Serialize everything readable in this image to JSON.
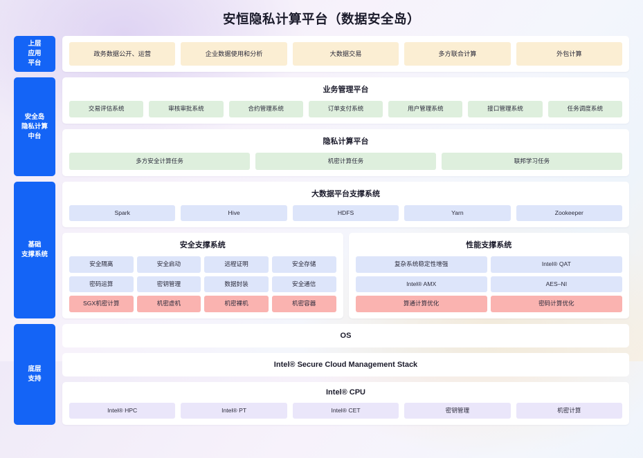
{
  "title": "安恒隐私计算平台（数据安全岛）",
  "theme": {
    "sidebar_blue": "#1464f6",
    "cream": "#fbeed3",
    "green": "#deefdd",
    "blue": "#dde5fa",
    "red": "#fab3b0",
    "lilac": "#eae6fa"
  },
  "bands": {
    "application": {
      "label": "上层\n应用\n平台",
      "label_lines": [
        "上层",
        "应用",
        "平台"
      ],
      "items": [
        "政务数据公开、运营",
        "企业数据使用和分析",
        "大数据交易",
        "多方联合计算",
        "外包计算"
      ]
    },
    "midplatform": {
      "label_lines": [
        "安全岛",
        "隐私计算",
        "中台"
      ],
      "business": {
        "title": "业务管理平台",
        "items": [
          "交易评估系统",
          "审核审批系统",
          "合约管理系统",
          "订单支付系统",
          "用户管理系统",
          "接口管理系统",
          "任务调度系统"
        ]
      },
      "privacy": {
        "title": "隐私计算平台",
        "items": [
          "多方安全计算任务",
          "机密计算任务",
          "联邦学习任务"
        ]
      }
    },
    "infrastructure": {
      "label_lines": [
        "基础",
        "支撑系统"
      ],
      "bigdata": {
        "title": "大数据平台支撑系统",
        "items": [
          "Spark",
          "Hive",
          "HDFS",
          "Yarn",
          "Zookeeper"
        ]
      },
      "security": {
        "title": "安全支撑系统",
        "rows": [
          {
            "style": "blue",
            "items": [
              "安全隔离",
              "安全启动",
              "远程证明",
              "安全存储"
            ]
          },
          {
            "style": "blue",
            "items": [
              "密码运算",
              "密钥管理",
              "数据封装",
              "安全通信"
            ]
          },
          {
            "style": "red",
            "items": [
              "SGX机密计算",
              "机密虚机",
              "机密裸机",
              "机密容器"
            ]
          }
        ]
      },
      "performance": {
        "title": "性能支撑系统",
        "rows": [
          {
            "style": "blue",
            "items": [
              "复杂系统稳定性增强",
              "Intel® QAT"
            ]
          },
          {
            "style": "blue",
            "items": [
              "Intel® AMX",
              "AES–NI"
            ]
          },
          {
            "style": "red",
            "items": [
              "算通计算优化",
              "密码计算优化"
            ]
          }
        ]
      }
    },
    "foundation": {
      "label_lines": [
        "底层",
        "支持"
      ],
      "os": "OS",
      "stack": "Intel® Secure Cloud Management Stack",
      "cpu": {
        "title": "Intel® CPU",
        "items": [
          "Intel® HPC",
          "Intel® PT",
          "Intel® CET",
          "密钥管理",
          "机密计算"
        ]
      }
    }
  }
}
